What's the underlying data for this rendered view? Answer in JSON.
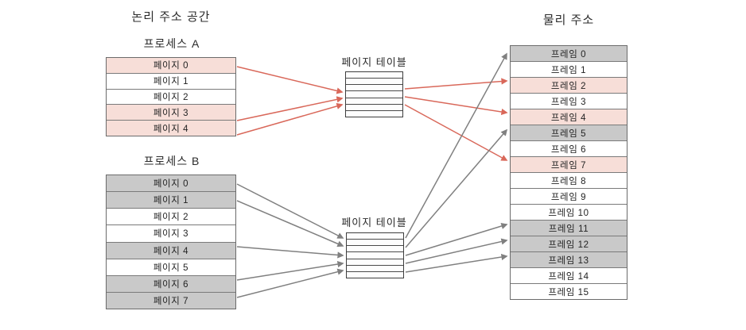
{
  "headings": {
    "logical_address_space": "논리 주소 공간",
    "physical_address": "물리 주소"
  },
  "process_a": {
    "label": "프로세스 A",
    "rows": [
      {
        "label": "페이지 0",
        "fill": "pink"
      },
      {
        "label": "페이지 1",
        "fill": "white"
      },
      {
        "label": "페이지 2",
        "fill": "white"
      },
      {
        "label": "페이지 3",
        "fill": "pink"
      },
      {
        "label": "페이지 4",
        "fill": "pink"
      }
    ]
  },
  "process_b": {
    "label": "프로세스 B",
    "rows": [
      {
        "label": "페이지 0",
        "fill": "gray"
      },
      {
        "label": "페이지 1",
        "fill": "gray"
      },
      {
        "label": "페이지 2",
        "fill": "white"
      },
      {
        "label": "페이지 3",
        "fill": "white"
      },
      {
        "label": "페이지 4",
        "fill": "gray"
      },
      {
        "label": "페이지 5",
        "fill": "white"
      },
      {
        "label": "페이지 6",
        "fill": "gray"
      },
      {
        "label": "페이지 7",
        "fill": "gray"
      }
    ]
  },
  "page_table_a": {
    "label": "페이지 테이블",
    "row_count": 7
  },
  "page_table_b": {
    "label": "페이지 테이블",
    "row_count": 7
  },
  "physical_memory": {
    "rows": [
      {
        "label": "프레임 0",
        "fill": "gray"
      },
      {
        "label": "프레임 1",
        "fill": "white"
      },
      {
        "label": "프레임 2",
        "fill": "pink"
      },
      {
        "label": "프레임 3",
        "fill": "white"
      },
      {
        "label": "프레임 4",
        "fill": "pink"
      },
      {
        "label": "프레임 5",
        "fill": "gray"
      },
      {
        "label": "프레임 6",
        "fill": "white"
      },
      {
        "label": "프레임 7",
        "fill": "pink"
      },
      {
        "label": "프레임 8",
        "fill": "white"
      },
      {
        "label": "프레임 9",
        "fill": "white"
      },
      {
        "label": "프레임 10",
        "fill": "white"
      },
      {
        "label": "프레임 11",
        "fill": "gray"
      },
      {
        "label": "프레임 12",
        "fill": "gray"
      },
      {
        "label": "프레임 13",
        "fill": "gray"
      },
      {
        "label": "프레임 14",
        "fill": "white"
      },
      {
        "label": "프레임 15",
        "fill": "white"
      }
    ]
  },
  "colors": {
    "pink": "#f7ded8",
    "gray": "#c9c9c9",
    "white": "#ffffff",
    "arrow_red": "#d9685a",
    "arrow_gray": "#808080",
    "border": "#6b6b6b"
  },
  "arrows": {
    "process_a_to_table": [
      {
        "from": "page-0",
        "to": "page-table-a"
      },
      {
        "from": "page-3",
        "to": "page-table-a"
      },
      {
        "from": "page-4",
        "to": "page-table-a"
      }
    ],
    "table_a_to_frames": [
      {
        "from": "page-table-a",
        "to": "frame-2"
      },
      {
        "from": "page-table-a",
        "to": "frame-4"
      },
      {
        "from": "page-table-a",
        "to": "frame-7"
      }
    ],
    "process_b_to_table": [
      {
        "from": "page-0",
        "to": "page-table-b"
      },
      {
        "from": "page-1",
        "to": "page-table-b"
      },
      {
        "from": "page-4",
        "to": "page-table-b"
      },
      {
        "from": "page-6",
        "to": "page-table-b"
      },
      {
        "from": "page-7",
        "to": "page-table-b"
      }
    ],
    "table_b_to_frames": [
      {
        "from": "page-table-b",
        "to": "frame-0"
      },
      {
        "from": "page-table-b",
        "to": "frame-5"
      },
      {
        "from": "page-table-b",
        "to": "frame-11"
      },
      {
        "from": "page-table-b",
        "to": "frame-12"
      },
      {
        "from": "page-table-b",
        "to": "frame-13"
      }
    ]
  }
}
